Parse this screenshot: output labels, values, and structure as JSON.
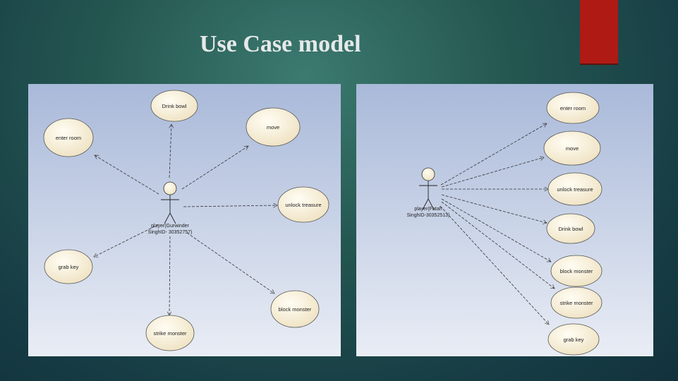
{
  "slide": {
    "title": "Use Case model",
    "accent_color": "#b01a14"
  },
  "left_diagram": {
    "actor": {
      "line1": "player(Gurwinder",
      "line2": "SinghID- 30352757)"
    },
    "use_cases": [
      "Drink bowl",
      "move",
      "enter room",
      "unlock treasure",
      "grab key",
      "block monster",
      "strike monster"
    ]
  },
  "right_diagram": {
    "actor": {
      "line1": "player(Fatah",
      "line2": "SinghID-30352513)"
    },
    "use_cases": [
      "enter room",
      "move",
      "unlock treasure",
      "Drink bowl",
      "block monster",
      "strike monster",
      "grab key"
    ]
  }
}
